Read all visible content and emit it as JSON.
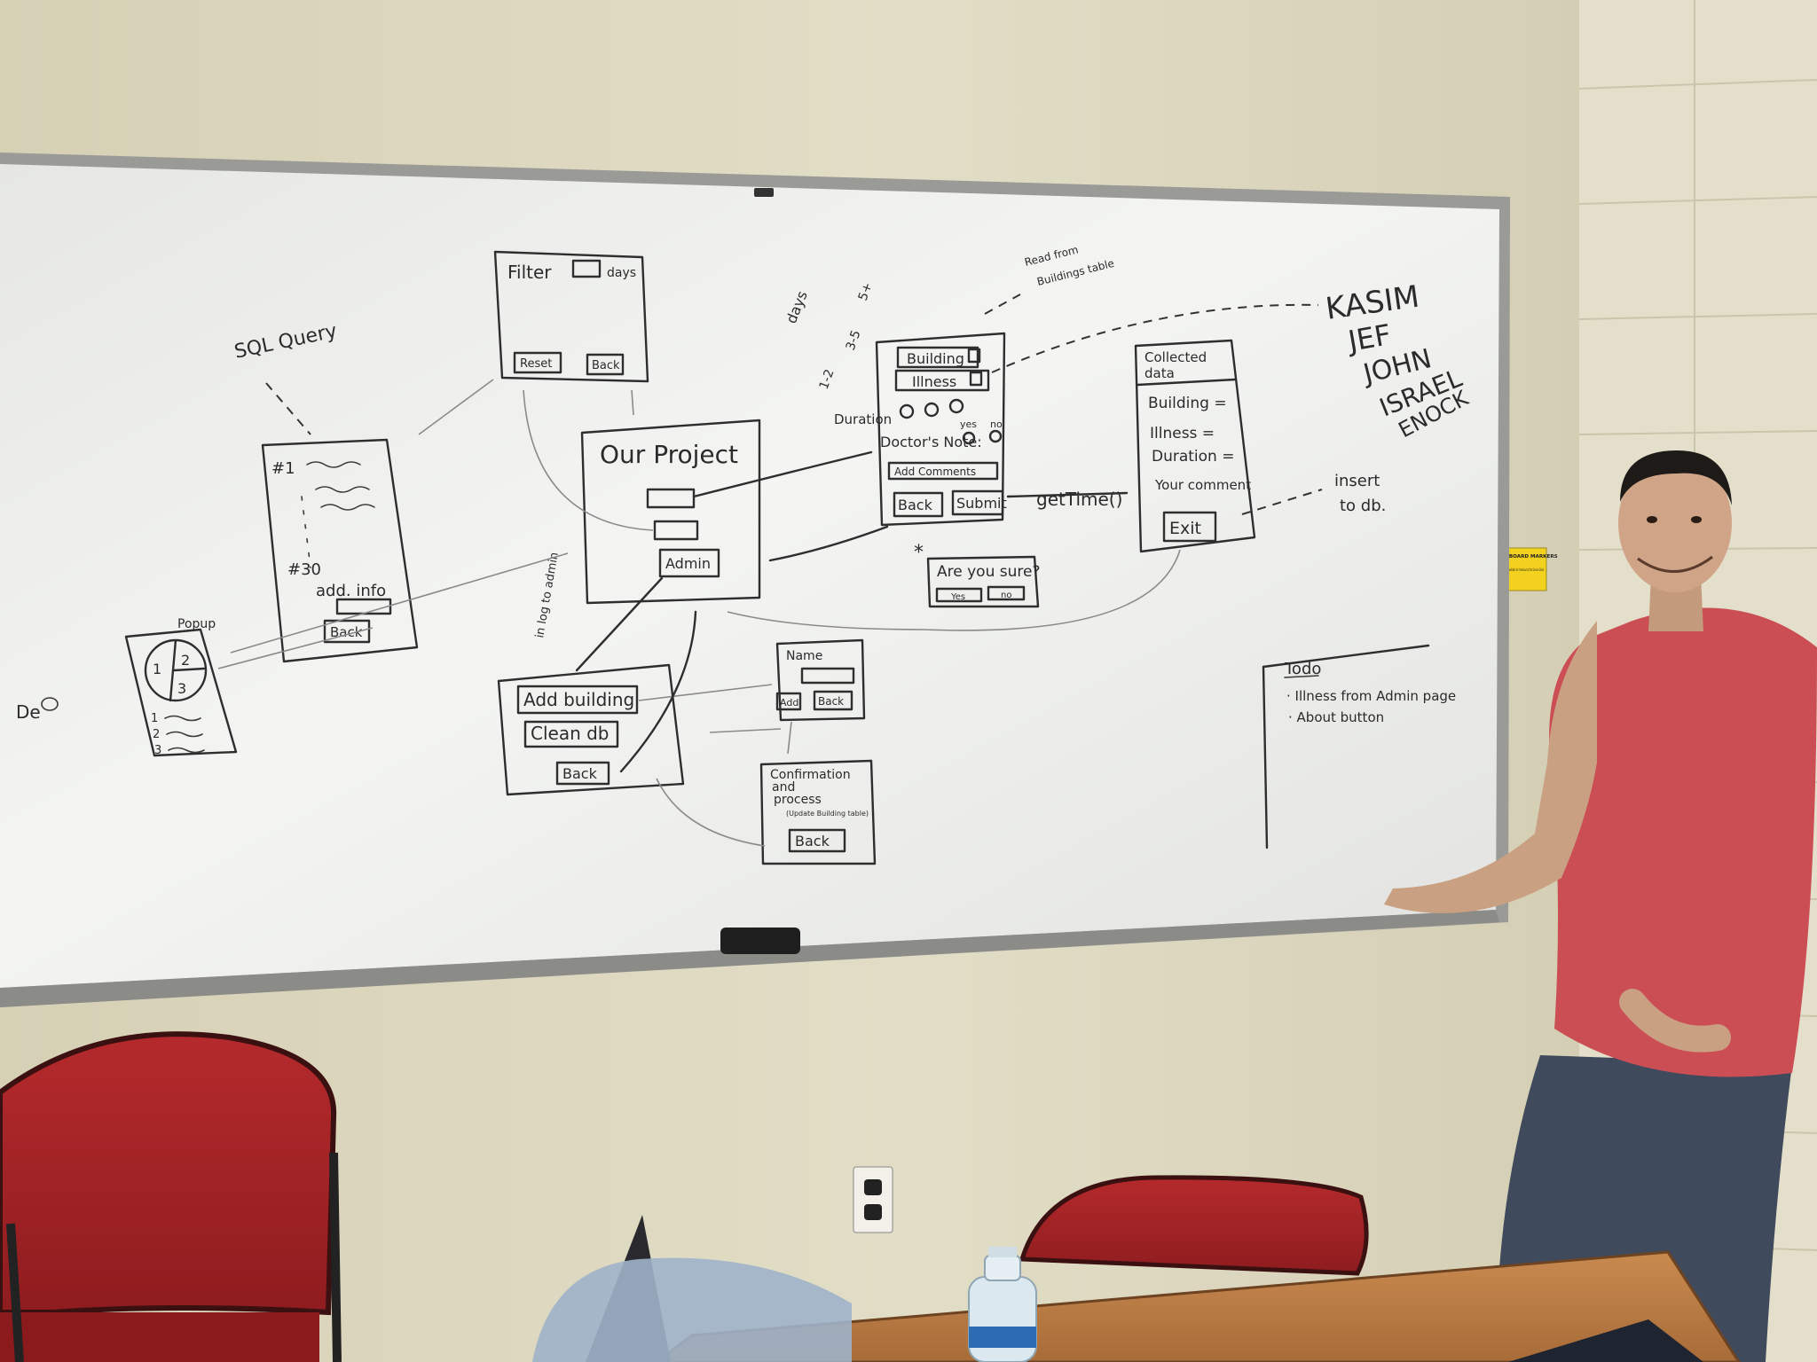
{
  "whiteboard": {
    "filter_screen": {
      "title": "Filter",
      "title_suffix": "days",
      "reset": "Reset",
      "back": "Back"
    },
    "sql_query": "SQL Query",
    "list_screen": {
      "row_first": "#1",
      "row_last": "#30",
      "add_info": "add. info",
      "back": "Back"
    },
    "popup": {
      "title": "Popup",
      "pie_labels": [
        "1",
        "2",
        "3"
      ],
      "list_numbers": [
        "1",
        "2",
        "3"
      ]
    },
    "bug_label": "De",
    "main_screen": {
      "title": "Our Project",
      "admin": "Admin",
      "side_note": "in log to admin"
    },
    "admin_screen": {
      "add_building": "Add building",
      "clean_db": "Clean db",
      "back": "Back"
    },
    "name_screen": {
      "title": "Name",
      "add": "Add",
      "back": "Back"
    },
    "confirm_screen": {
      "title_line1": "Confirmation",
      "title_line2": "and",
      "title_line3": "process",
      "note": "(Update Building table)",
      "back": "Back"
    },
    "form_screen": {
      "days_label": "days",
      "range_labels": [
        "1-2",
        "3-5",
        "5+"
      ],
      "building": "Building",
      "illness": "Illness",
      "duration": "Duration",
      "doctors_note": "Doctor's Note:",
      "yes": "yes",
      "no": "no",
      "add_comments": "Add Comments",
      "back": "Back",
      "submit": "Submit",
      "read_from": "Read from",
      "read_from_table": "Buildings table"
    },
    "get_time": "getTime()",
    "are_you_sure": {
      "text": "Are you sure?",
      "yes": "Yes",
      "no": "no"
    },
    "collected_screen": {
      "title_line1": "Collected",
      "title_line2": "data",
      "building": "Building =",
      "illness": "Illness =",
      "duration": "Duration =",
      "comment": "Your comment",
      "exit": "Exit"
    },
    "insert_note": {
      "line1": "insert",
      "line2": "to db."
    },
    "team_names": [
      "KASIM",
      "JEF",
      "JOHN",
      "ISRAEL",
      "ENOCK"
    ],
    "todo": {
      "title": "Todo",
      "items": [
        "· Illness from Admin page",
        "· About button"
      ]
    }
  },
  "wall_sign": {
    "title": "WHITEBOARD MARKERS",
    "body": "are available for checkout at the Service Desk"
  }
}
